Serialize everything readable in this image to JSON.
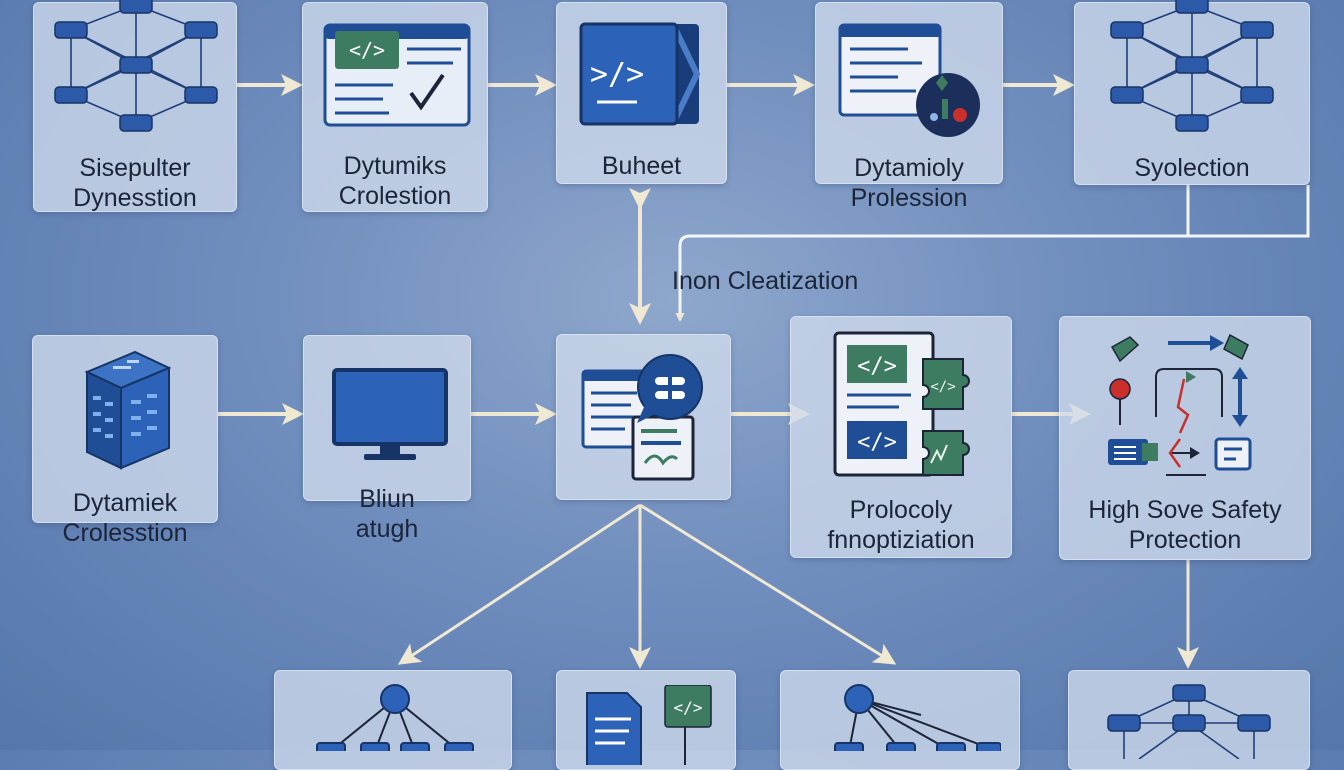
{
  "nodes": {
    "n1": {
      "line1": "Sisepulter",
      "line2": "Dynesstion",
      "icon": "network-icon"
    },
    "n2": {
      "line1": "Dytumiks",
      "line2": "Crolestion",
      "icon": "code-window-icon"
    },
    "n3": {
      "line1": "Buheet",
      "icon": "code-editor-icon"
    },
    "n4": {
      "line1": "Dytamioly",
      "line2": "Prolession",
      "icon": "code-analysis-icon"
    },
    "n5": {
      "line1": "Syolection",
      "icon": "network-icon"
    },
    "n6": {
      "line1": "Dytamiek",
      "line2": "Crolesstion",
      "icon": "server-cube-icon"
    },
    "n7": {
      "line1": "Bliun",
      "line2": "atugh",
      "icon": "monitor-icon"
    },
    "n8": {
      "icon": "document-link-icon"
    },
    "n9": {
      "line1": "Prolocoly",
      "line2": "fnnoptiziation",
      "icon": "code-puzzle-icon"
    },
    "n10": {
      "line1": "High Sove Safety",
      "line2": "Protection",
      "icon": "process-flow-icon"
    },
    "n11": {
      "icon": "hierarchy-icon"
    },
    "n12": {
      "icon": "document-code-icon"
    },
    "n13": {
      "icon": "hierarchy-icon"
    },
    "n14": {
      "icon": "network-icon"
    }
  },
  "center_label": "Inon Cleatization",
  "colors": {
    "background": "#6f8dbd",
    "box": "#cfdbec",
    "arrow": "#efe8d2",
    "connector": "#f2f6fb",
    "icon_primary": "#1f4e96",
    "icon_accent": "#3d7c60",
    "icon_alert": "#c9302c",
    "text": "#1c2438"
  }
}
